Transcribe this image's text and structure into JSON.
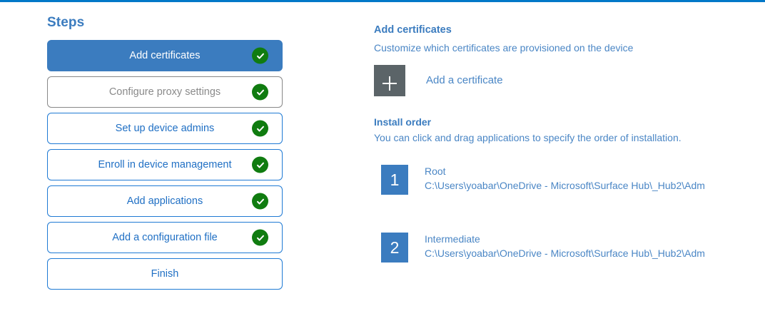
{
  "theme": {
    "accent_blue": "#3b7cbf",
    "link_blue": "#4a86c5",
    "top_rule_blue": "#0078c8",
    "check_green": "#107c10",
    "tile_gray": "#5b6468",
    "muted_gray": "#8a8a8a"
  },
  "steps_panel": {
    "heading": "Steps",
    "items": [
      {
        "label": "Add certificates",
        "state": "active",
        "completed": true
      },
      {
        "label": "Configure proxy settings",
        "state": "muted",
        "completed": true
      },
      {
        "label": "Set up device admins",
        "state": "default",
        "completed": true
      },
      {
        "label": "Enroll in device management",
        "state": "default",
        "completed": true
      },
      {
        "label": "Add applications",
        "state": "default",
        "completed": true
      },
      {
        "label": "Add a configuration file",
        "state": "default",
        "completed": true
      },
      {
        "label": "Finish",
        "state": "default",
        "completed": false
      }
    ]
  },
  "detail": {
    "title": "Add certificates",
    "subtitle": "Customize which certificates are provisioned on the device",
    "add_certificate_label": "Add a certificate",
    "add_certificate_icon": "plus-icon",
    "install_order": {
      "title": "Install order",
      "subtitle": "You can click and drag applications to specify the order of installation.",
      "items": [
        {
          "number": "1",
          "name": "Root",
          "path": "C:\\Users\\yoabar\\OneDrive - Microsoft\\Surface Hub\\_Hub2\\Adm"
        },
        {
          "number": "2",
          "name": "Intermediate",
          "path": "C:\\Users\\yoabar\\OneDrive - Microsoft\\Surface Hub\\_Hub2\\Adm"
        }
      ]
    }
  }
}
